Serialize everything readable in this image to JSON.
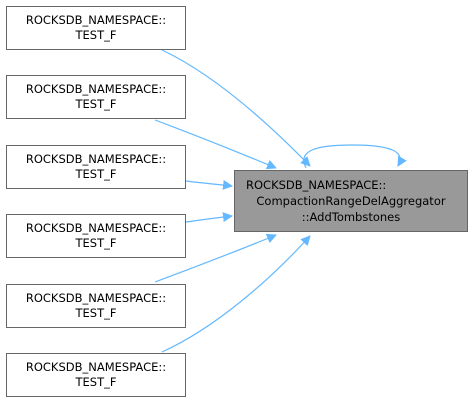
{
  "diagram": {
    "callers": [
      {
        "line1": "ROCKSDB_NAMESPACE::",
        "line2": "TEST_F"
      },
      {
        "line1": "ROCKSDB_NAMESPACE::",
        "line2": "TEST_F"
      },
      {
        "line1": "ROCKSDB_NAMESPACE::",
        "line2": "TEST_F"
      },
      {
        "line1": "ROCKSDB_NAMESPACE::",
        "line2": "TEST_F"
      },
      {
        "line1": "ROCKSDB_NAMESPACE::",
        "line2": "TEST_F"
      },
      {
        "line1": "ROCKSDB_NAMESPACE::",
        "line2": "TEST_F"
      }
    ],
    "target": {
      "line1": "ROCKSDB_NAMESPACE::",
      "line2": "CompactionRangeDelAggregator",
      "line3": "::AddTombstones"
    },
    "colors": {
      "edge": "#63b8ff",
      "caller_fill": "#ffffff",
      "caller_border": "#666666",
      "target_fill": "#999999",
      "target_border": "#666666"
    }
  }
}
